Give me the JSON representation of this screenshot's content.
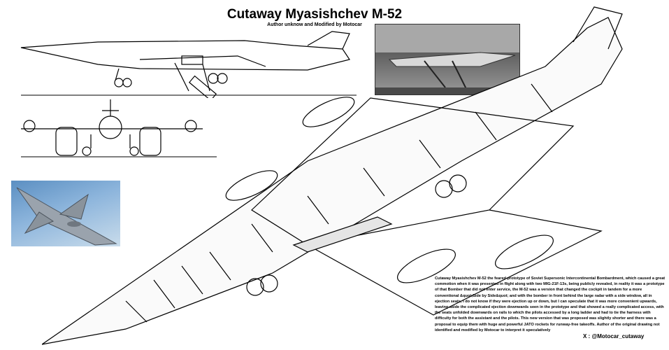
{
  "header": {
    "title": "Cutaway Myasishchev M-52",
    "subtitle": "Author unknow and Modified by Motocar"
  },
  "description": {
    "text": "Cutaway Myasishchev M-52 the feared prototype of Soviet Supersonic Intercontinental Bombardment, which caused a great commotion when it was presented in flight along with two MIG-21F-13s, being publicly revealed, in reality it was a prototype of that Bomber that did not enter service, the M-52 was a version that changed the cockpit in tandem for a more conventional &quot;Side by Side&quot; and with the bomber in front behind the large radar with a side window, all in ejection seats, I do not know if they were ejection up or down, but I can speculate that it was more convenient upwards, leaving aside the complicated ejection downwards seen in the prototype and that showed a really complicated access, with the seats unfolded downwards on rails to which the pilots accessed by a long ladder and had to tie the harness with difficulty for both the assistant and the pilots. This new version that was proposed was slightly shorter and there was a proposal to equip them with huge and powerful JATO rockets for runway-free takeoffs. Author of the original drawing not identified and modified by Motocar to interpret it speculatively"
  },
  "credit": {
    "text": "X : @Motocar_cutaway"
  },
  "colors": {
    "line": "#000000",
    "background": "#ffffff",
    "photo_model_sky": "#7ea9d4",
    "photo_factory": "#6e6e6e"
  }
}
